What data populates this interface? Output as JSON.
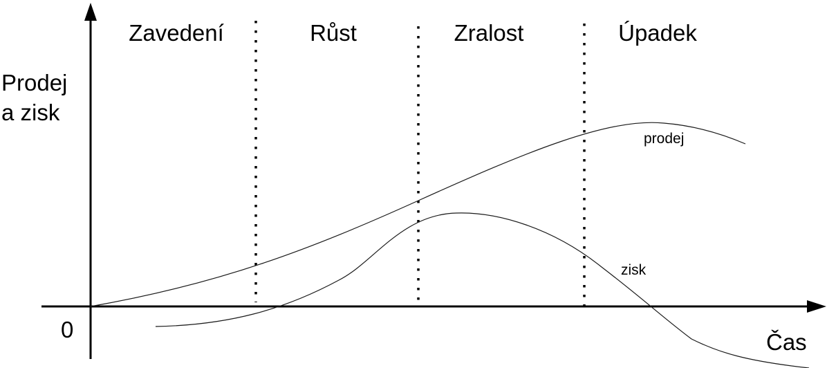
{
  "stages": [
    "Zavedení",
    "Růst",
    "Zralost",
    "Úpadek"
  ],
  "y_axis": {
    "label_line1": "Prodej",
    "label_line2": "a zisk"
  },
  "x_axis": {
    "label": "Čas"
  },
  "origin_label": "0",
  "curves": {
    "sales_label": "prodej",
    "profit_label": "zisk"
  }
}
